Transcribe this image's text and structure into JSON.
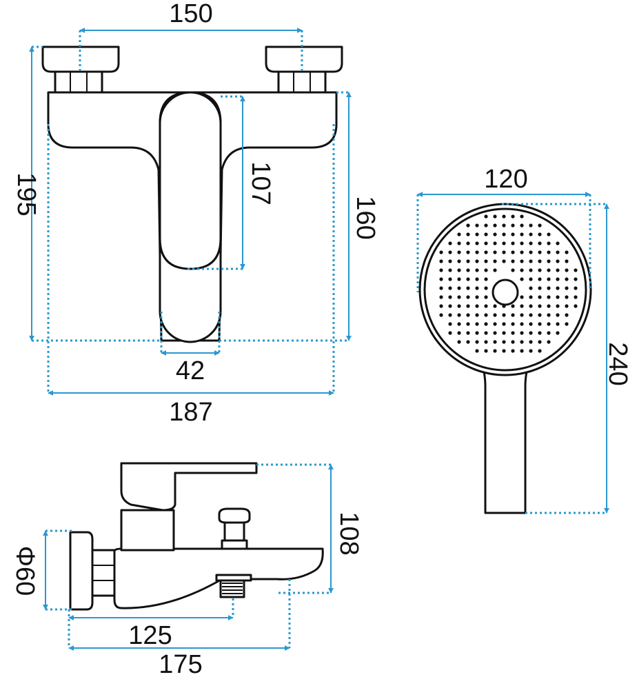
{
  "colors": {
    "outline": "#111111",
    "dimension": "#2a97cf",
    "background": "#ffffff"
  },
  "front_view": {
    "dim_inlet_spacing": "150",
    "dim_total_height": "195",
    "dim_lever_height": "107",
    "dim_body_height": "160",
    "dim_lever_width": "42",
    "dim_total_width": "187"
  },
  "shower_head": {
    "dim_head_diameter": "120",
    "dim_total_length": "240"
  },
  "side_view": {
    "dim_flange_diameter": "Φ60",
    "dim_spout_to_hose": "125",
    "dim_total_depth": "175",
    "dim_height": "108"
  }
}
